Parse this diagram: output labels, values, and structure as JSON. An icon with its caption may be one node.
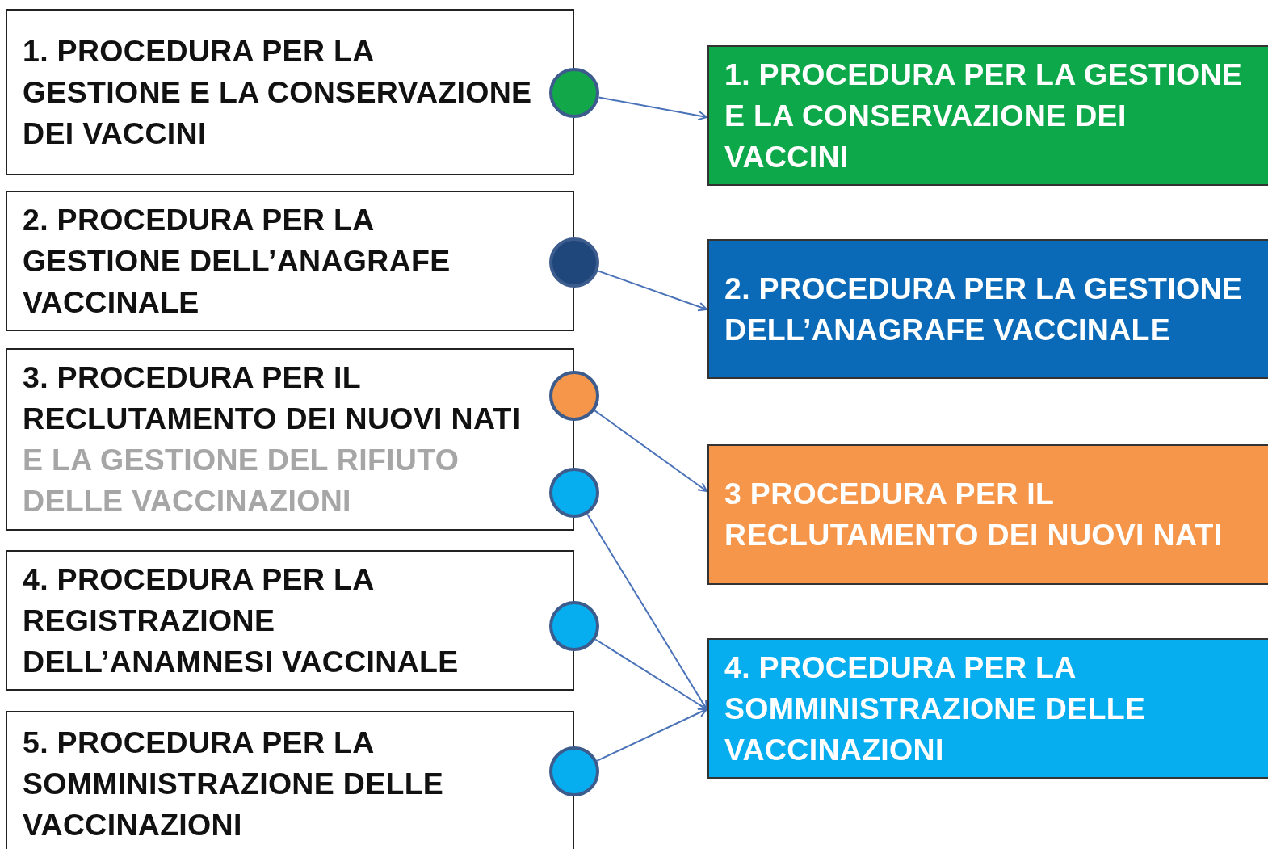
{
  "diagram": {
    "nodes": [
      {
        "text": [
          "1. PROCEDURA PER LA GESTIONE E LA CONSERVAZIONE DEI VACCINI"
        ]
      },
      {
        "text": [
          "2. PROCEDURA PER LA GESTIONE DELL’ANAGRAFE VACCINALE"
        ]
      },
      {
        "text": [
          "3. PROCEDURA PER IL RECLUTAMENTO DEI NUOVI NATI",
          "E LA GESTIONE DEL RIFIUTO DELLE VACCINAZIONI"
        ]
      },
      {
        "text": [
          "4. PROCEDURA PER LA REGISTRAZIONE DELL’ANAMNESI VACCINALE"
        ]
      },
      {
        "text": [
          "5. PROCEDURA PER LA SOMMINISTRAZIONE DELLE VACCINAZIONI"
        ]
      },
      {
        "text": [],
        "shape": "circle"
      },
      {
        "text": [],
        "shape": "circle"
      },
      {
        "text": [],
        "shape": "circle"
      },
      {
        "text": [],
        "shape": "circle"
      },
      {
        "text": [],
        "shape": "circle"
      },
      {
        "text": [],
        "shape": "circle"
      },
      {
        "text": [
          "1. PROCEDURA PER LA GESTIONE E LA CONSERVAZIONE DEI VACCINI"
        ]
      },
      {
        "text": [
          "2. PROCEDURA PER LA GESTIONE DELL’ANAGRAFE VACCINALE"
        ]
      },
      {
        "text": [
          "3 PROCEDURA PER IL RECLUTAMENTO DEI NUOVI NATI"
        ]
      },
      {
        "text": [
          "4. PROCEDURA PER LA SOMMINISTRAZIONE DELLE VACCINAZIONI"
        ]
      }
    ],
    "edges": [
      {
        "from": 5,
        "to": 11,
        "arrow": "to"
      },
      {
        "from": 6,
        "to": 12,
        "arrow": "to"
      },
      {
        "from": 7,
        "to": 13,
        "arrow": "to"
      },
      {
        "from": 8,
        "to": 14,
        "arrow": "to"
      },
      {
        "from": 9,
        "to": 14,
        "arrow": "to"
      },
      {
        "from": 10,
        "to": 14,
        "arrow": "to"
      }
    ]
  }
}
